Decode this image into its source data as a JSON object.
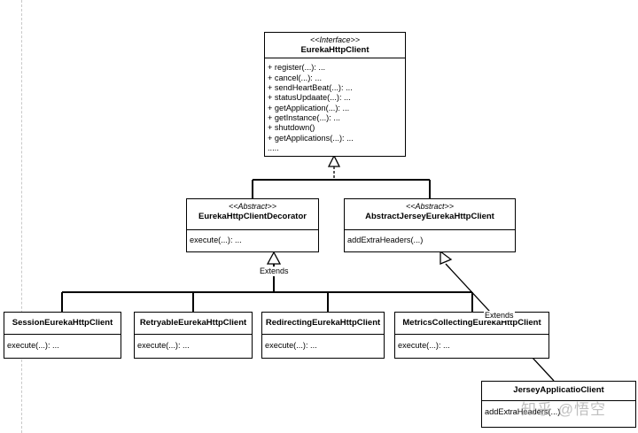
{
  "interface": {
    "stereotype": "<<Interface>>",
    "name": "EurekaHttpClient",
    "ops": [
      "+ register(...): ...",
      "+ cancel(...): ...",
      "+ sendHeartBeat(...): ...",
      "+ statusUpdaate(...): ...",
      "+ getApplication(...): ...",
      "+ getInstance(...): ...",
      "+ shutdown()",
      "+ getApplications(...): ...",
      "....."
    ]
  },
  "decorator": {
    "stereotype": "<<Abstract>>",
    "name": "EurekaHttpClientDecorator",
    "ops": [
      "execute(...): ..."
    ]
  },
  "jersey_abstract": {
    "stereotype": "<<Abstract>>",
    "name": "AbstractJerseyEurekaHttpClient",
    "ops": [
      "addExtraHeaders(...)"
    ]
  },
  "session": {
    "name": "SessionEurekaHttpClient",
    "op": "execute(...): ..."
  },
  "retryable": {
    "name": "RetryableEurekaHttpClient",
    "op": "execute(...): ..."
  },
  "redirecting": {
    "name": "RedirectingEurekaHttpClient",
    "op": "execute(...): ..."
  },
  "metrics": {
    "name": "MetricsCollectingEurekaHttpClient",
    "op": "execute(...): ..."
  },
  "jersey_app": {
    "name": "JerseyApplicatioClient",
    "op": "addExtraHeaders(...)"
  },
  "labels": {
    "extends_decorator": "Extends",
    "extends_jersey": "Extends"
  },
  "watermark": "知乎 @悟空"
}
